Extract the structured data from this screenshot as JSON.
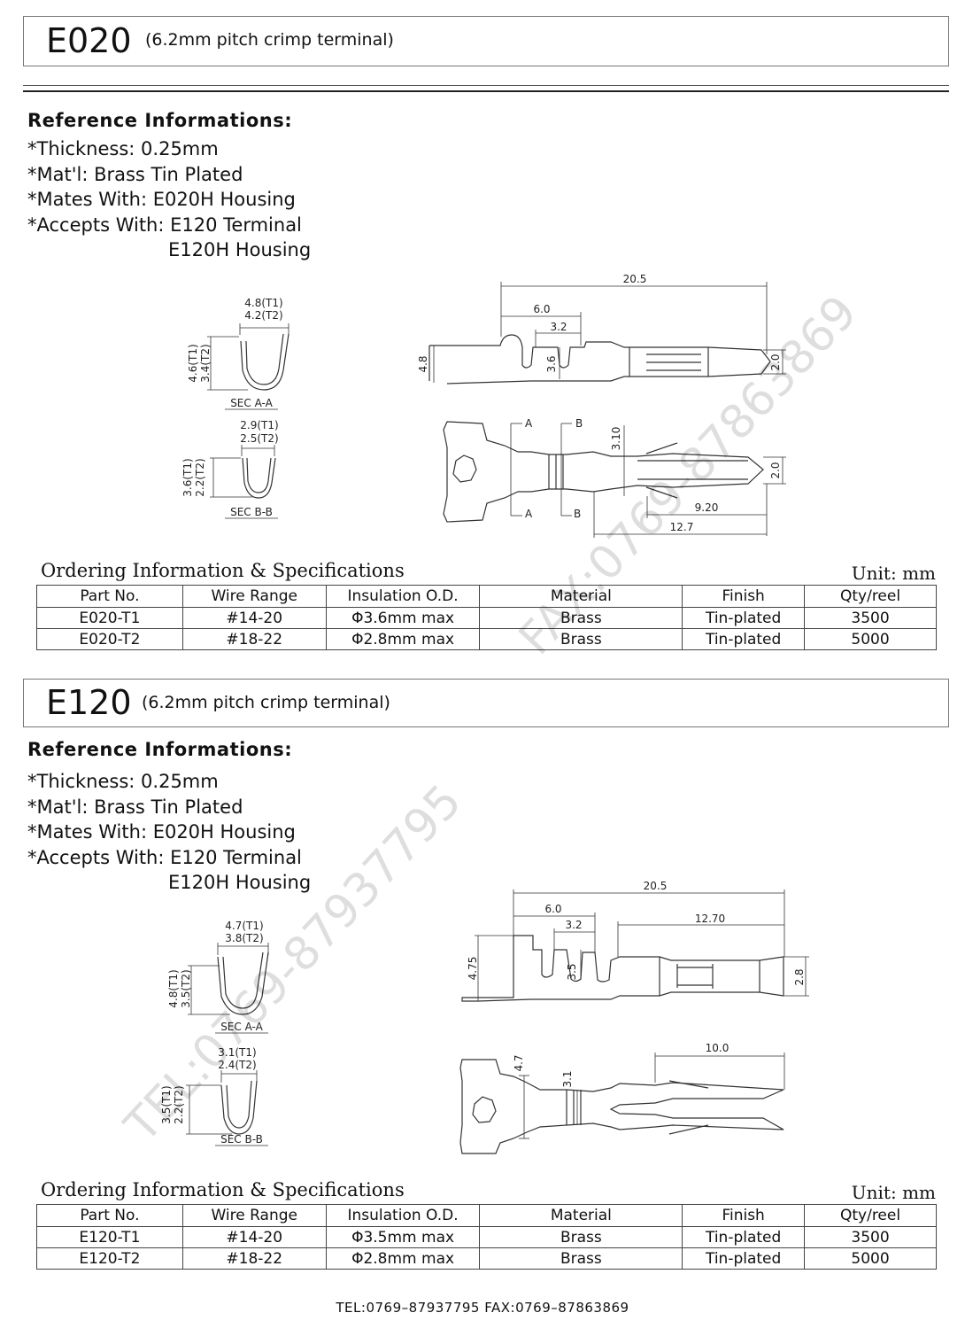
{
  "sections": [
    {
      "code": "E020",
      "subtitle": "(6.2mm pitch crimp terminal)",
      "ref_heading": "Reference Informations:",
      "info": [
        "*Thickness: 0.25mm",
        "*Mat'l: Brass Tin Plated",
        "*Mates With: E020H Housing",
        "*Accepts With: E120 Terminal",
        "E120H Housing"
      ],
      "drawing": {
        "sec_a": {
          "w1": "4.8(T1)",
          "w2": "4.2(T2)",
          "h1": "4.6(T1)",
          "h2": "3.4(T2)",
          "label": "SEC A-A"
        },
        "sec_b": {
          "w1": "2.9(T1)",
          "w2": "2.5(T2)",
          "h1": "3.6(T1)",
          "h2": "2.2(T2)",
          "label": "SEC B-B"
        },
        "side": {
          "total": "20.5",
          "d1": "6.0",
          "d2": "3.2",
          "h_left": "4.8",
          "h_mid": "3.6",
          "h_right": "2.0"
        },
        "top": {
          "a": "A",
          "b": "B",
          "v1": "3.10",
          "h_right": "2.0",
          "d1": "9.20",
          "d2": "12.7"
        }
      },
      "ordering_title": "Ordering Information & Specifications",
      "unit": "Unit: mm",
      "table": {
        "headers": [
          "Part No.",
          "Wire Range",
          "Insulation O.D.",
          "Material",
          "Finish",
          "Qty/reel"
        ],
        "rows": [
          [
            "E020-T1",
            "#14-20",
            "Φ3.6mm  max",
            "Brass",
            "Tin-plated",
            "3500"
          ],
          [
            "E020-T2",
            "#18-22",
            "Φ2.8mm  max",
            "Brass",
            "Tin-plated",
            "5000"
          ]
        ]
      }
    },
    {
      "code": "E120",
      "subtitle": "(6.2mm pitch crimp terminal)",
      "ref_heading": "Reference Informations:",
      "info": [
        "*Thickness: 0.25mm",
        "*Mat'l: Brass Tin Plated",
        "*Mates With: E020H Housing",
        "*Accepts With: E120 Terminal",
        "E120H Housing"
      ],
      "drawing": {
        "sec_a": {
          "w1": "4.7(T1)",
          "w2": "3.8(T2)",
          "h1": "4.8(T1)",
          "h2": "3.5(T2)",
          "label": "SEC A-A"
        },
        "sec_b": {
          "w1": "3.1(T1)",
          "w2": "2.4(T2)",
          "h1": "3.5(T1)",
          "h2": "2.2(T2)",
          "label": "SEC B-B"
        },
        "side": {
          "total": "20.5",
          "d1": "6.0",
          "d2": "3.2",
          "d3": "12.70",
          "h_left": "4.75",
          "h_mid": "3.5",
          "h_right": "2.8"
        },
        "top": {
          "v1": "4.7",
          "v2": "3.1",
          "d1": "10.0"
        }
      },
      "ordering_title": "Ordering Information & Specifications",
      "unit": "Unit: mm",
      "table": {
        "headers": [
          "Part No.",
          "Wire Range",
          "Insulation O.D.",
          "Material",
          "Finish",
          "Qty/reel"
        ],
        "rows": [
          [
            "E120-T1",
            "#14-20",
            "Φ3.5mm  max",
            "Brass",
            "Tin-plated",
            "3500"
          ],
          [
            "E120-T2",
            "#18-22",
            "Φ2.8mm  max",
            "Brass",
            "Tin-plated",
            "5000"
          ]
        ]
      }
    }
  ],
  "watermarks": [
    "FAX:0769-87863869",
    "TEL:0769-87937795"
  ],
  "footer": "TEL:0769–87937795   FAX:0769–87863869"
}
